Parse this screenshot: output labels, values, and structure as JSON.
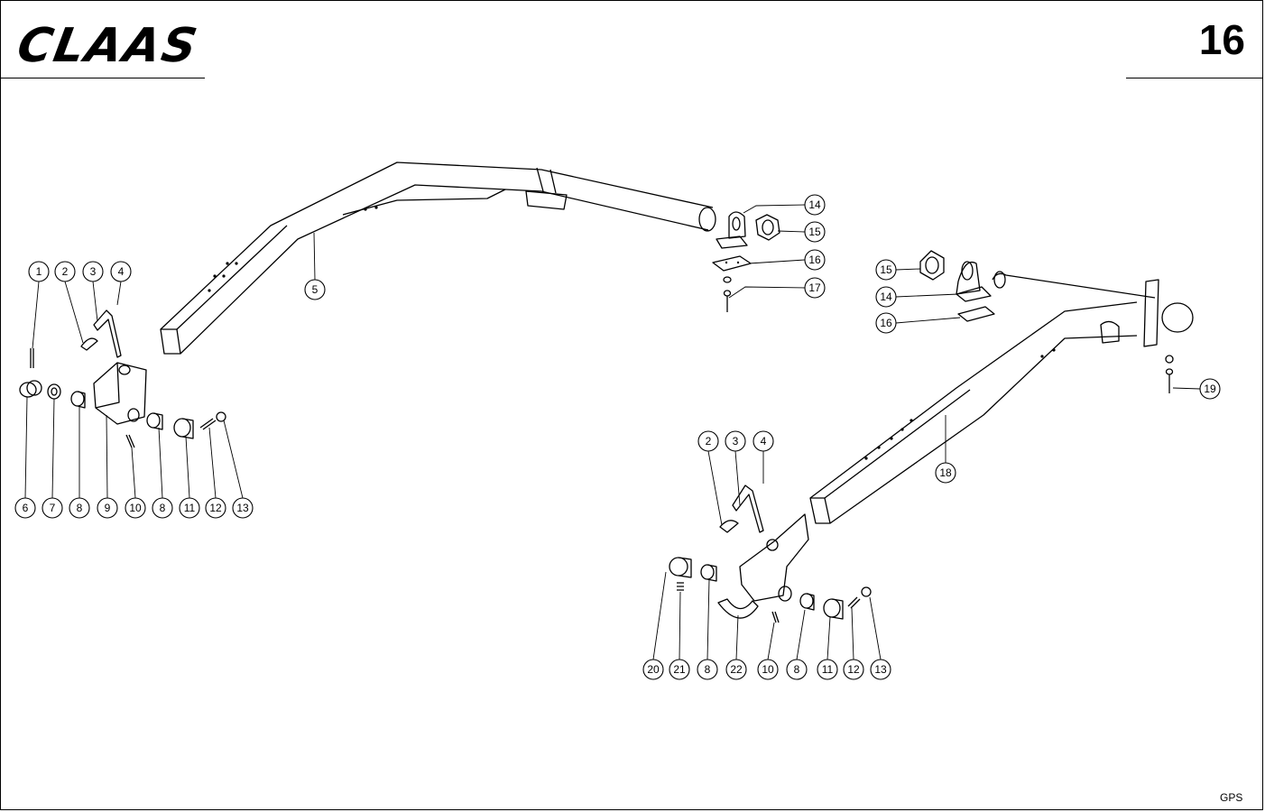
{
  "header": {
    "logo_text": "CLAAS",
    "page_number": "16"
  },
  "footer": {
    "code": "GPS"
  },
  "callouts": {
    "c1": "1",
    "c2": "2",
    "c3": "3",
    "c4": "4",
    "c5": "5",
    "c6": "6",
    "c7": "7",
    "c8a": "8",
    "c9": "9",
    "c10a": "10",
    "c8b": "8",
    "c11a": "11",
    "c12a": "12",
    "c13a": "13",
    "c14a": "14",
    "c15a": "15",
    "c16a": "16",
    "c17": "17",
    "c15b": "15",
    "c14b": "14",
    "c16b": "16",
    "c19": "19",
    "c18": "18",
    "c2b": "2",
    "c3b": "3",
    "c4b": "4",
    "c20": "20",
    "c21": "21",
    "c8c": "8",
    "c22": "22",
    "c10b": "10",
    "c8d": "8",
    "c11b": "11",
    "c12b": "12",
    "c13b": "13"
  }
}
